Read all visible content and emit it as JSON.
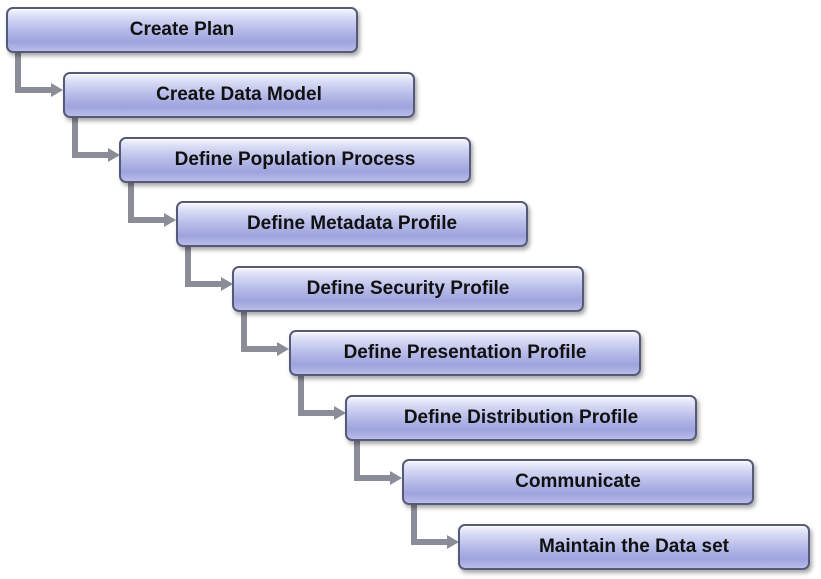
{
  "diagram": {
    "steps": [
      {
        "label": "Create Plan"
      },
      {
        "label": "Create Data Model"
      },
      {
        "label": "Define Population Process"
      },
      {
        "label": "Define Metadata Profile"
      },
      {
        "label": "Define Security Profile"
      },
      {
        "label": "Define Presentation Profile"
      },
      {
        "label": "Define Distribution Profile"
      },
      {
        "label": "Communicate"
      },
      {
        "label": "Maintain the Data set"
      }
    ],
    "colors": {
      "box_fill": "#b6bbe9",
      "box_border": "#555a78",
      "connector": "#8a8d98",
      "text": "#111111"
    }
  }
}
